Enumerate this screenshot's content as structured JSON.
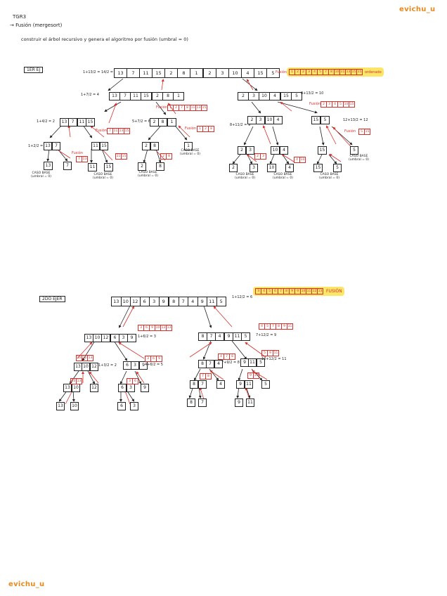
{
  "header": {
    "title": "TGR3",
    "subtitle": "→ Fusión (mergesort)",
    "instruction": "construir el árbol recursivo y genera el algoritmo por fusión (umbral = 0)"
  },
  "brand": {
    "top": "evichu_u",
    "bottom": "evichu_u"
  },
  "ex1": {
    "label": "1ER EJ",
    "root": [
      "13",
      "7",
      "11",
      "15",
      "2",
      "8",
      "1",
      "2",
      "3",
      "10",
      "4",
      "15",
      "5"
    ],
    "root_calc": "1+13/2 = 14/2 = 7",
    "fusion_word": "Fusión",
    "result": [
      "1",
      "2",
      "2",
      "3",
      "4",
      "5",
      "7",
      "8",
      "10",
      "11",
      "13",
      "15",
      "15"
    ],
    "result_tag": "ordenado",
    "left": [
      "13",
      "7",
      "11",
      "15",
      "2",
      "8",
      "1"
    ],
    "left_calc": "1+7/2 = 4",
    "right": [
      "2",
      "3",
      "10",
      "4",
      "15",
      "5"
    ],
    "right_calc": "8+13/2 = 10",
    "right_fusion": [
      "2",
      "3",
      "4",
      "5",
      "10",
      "15"
    ],
    "ll": [
      "13",
      "7",
      "11",
      "15"
    ],
    "ll_calc": "1+4/2 = 2",
    "lr": [
      "2",
      "8",
      "1"
    ],
    "lr_calc": "5+7/2 = 6",
    "lr_fusion": [
      "1",
      "2",
      "8"
    ],
    "left_fusion": [
      "1",
      "2",
      "7",
      "8",
      "11",
      "13",
      "15"
    ],
    "lll": [
      "13",
      "7"
    ],
    "lll_calc": "1+2/2 = 1",
    "lll_fusion": [
      "7",
      "13"
    ],
    "llr": [
      "11",
      "15"
    ],
    "llr_fusion": [
      "11",
      "15"
    ],
    "ll_fusion": [
      "7",
      "11",
      "13",
      "15"
    ],
    "lrl": [
      "2",
      "8"
    ],
    "lrl_fusion": [
      "2",
      "8"
    ],
    "lrr": [
      "1"
    ],
    "leaf_13": "13",
    "leaf_7": "7",
    "leaf_11": "11",
    "leaf_15": "15",
    "leaf_2": "2",
    "leaf_8": "8",
    "rl": [
      "2",
      "3",
      "10",
      "4"
    ],
    "rl_calc": "8+11/2 = 9",
    "rr": [
      "15",
      "5"
    ],
    "rr_calc": "12+13/2 = 12",
    "rr_fusion": [
      "5",
      "15"
    ],
    "rl_fusion": [
      "2",
      "3",
      "4",
      "10"
    ],
    "rll": [
      "2",
      "3"
    ],
    "rll_fusion": [
      "2",
      "3"
    ],
    "rlr": [
      "10",
      "4"
    ],
    "rlr_fusion": [
      "4",
      "10"
    ],
    "rrl": [
      "15"
    ],
    "rrr": [
      "5"
    ],
    "leaf_r2": "2",
    "leaf_r3": "3",
    "leaf_r10": "10",
    "leaf_r4": "4",
    "base_case_1": "CASO BASE",
    "base_case_2": "(umbral = 0)"
  },
  "ex2": {
    "label": "2DO EJER",
    "root": [
      "13",
      "10",
      "12",
      "6",
      "3",
      "9",
      "8",
      "7",
      "4",
      "9",
      "11",
      "5"
    ],
    "root_calc": "1+12/2 = 6",
    "fusion_word": "FUSIÓN",
    "result": [
      "3",
      "4",
      "5",
      "6",
      "7",
      "8",
      "9",
      "9",
      "10",
      "11",
      "12",
      "13"
    ],
    "left": [
      "13",
      "10",
      "12",
      "6",
      "3",
      "9"
    ],
    "left_fusion": [
      "3",
      "6",
      "9",
      "10",
      "12",
      "13"
    ],
    "left_calc": "1+6/2 = 3",
    "right": [
      "8",
      "7",
      "4",
      "9",
      "11",
      "5"
    ],
    "right_fusion": [
      "4",
      "5",
      "7",
      "8",
      "9",
      "11"
    ],
    "right_calc": "7+12/2 = 9",
    "ll": [
      "13",
      "10",
      "12"
    ],
    "ll_calc": "1+3/2 = 2",
    "ll_fusion": [
      "10",
      "12",
      "13"
    ],
    "lr": [
      "6",
      "3",
      "9"
    ],
    "lr_calc": "4+6/2 = 5",
    "lr_fusion": [
      "3",
      "6",
      "9"
    ],
    "rl": [
      "8",
      "7",
      "4"
    ],
    "rl_fusion": [
      "4",
      "7",
      "8"
    ],
    "rl_calc": "7+9/2 = 8",
    "rr": [
      "9",
      "11",
      "5"
    ],
    "rr_fusion": [
      "5",
      "9",
      "11"
    ],
    "rr_calc": "10+12/2 = 11",
    "lll": [
      "13",
      "10"
    ],
    "lll_fusion": [
      "10",
      "13"
    ],
    "llr": "12",
    "lrl": [
      "6",
      "3"
    ],
    "lrl_fusion": [
      "3",
      "6"
    ],
    "lrr": "9",
    "rll": [
      "8",
      "7"
    ],
    "rll_fusion": [
      "7",
      "8"
    ],
    "rlr": "4",
    "rrl": [
      "9",
      "11"
    ],
    "rrl_fusion": [
      "9",
      "11"
    ],
    "rrr": "5",
    "leaf_13": "13",
    "leaf_10": "10",
    "leaf_6": "6",
    "leaf_3": "3",
    "leaf_8": "8",
    "leaf_7": "7",
    "leaf_9": "9",
    "leaf_11": "11"
  },
  "colors": {
    "red": "#d9302c",
    "blue": "#2a6dd6",
    "highlight": "#fbe66a",
    "brand": "#e8891e"
  }
}
